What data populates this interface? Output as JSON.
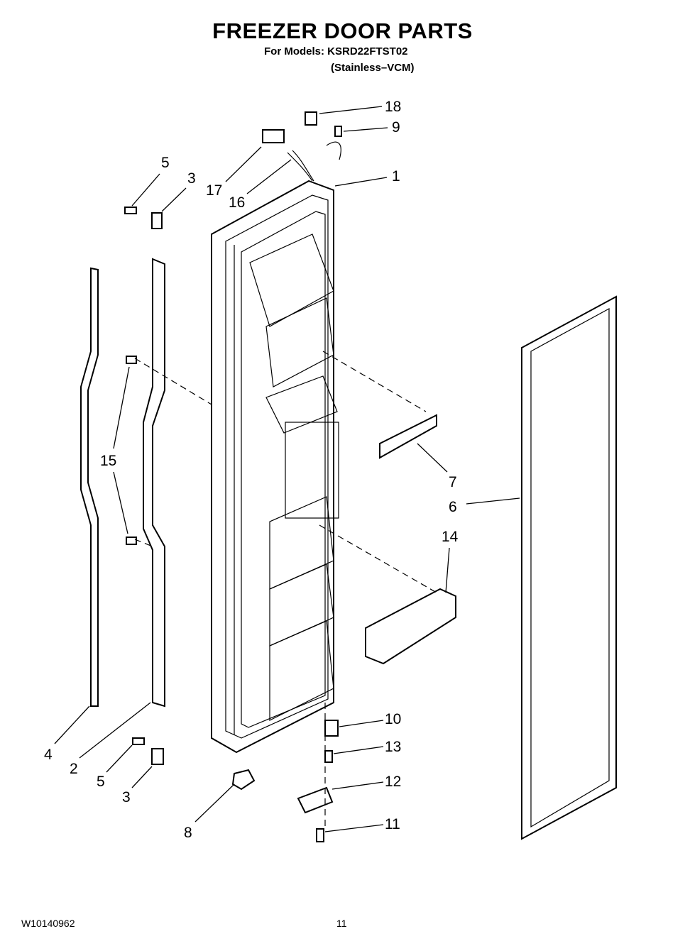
{
  "header": {
    "title": "FREEZER DOOR PARTS",
    "models_line": "For Models: KSRD22FTST02",
    "variant": "(Stainless–VCM)"
  },
  "callouts": [
    "18",
    "9",
    "1",
    "17",
    "16",
    "5",
    "3",
    "15",
    "7",
    "6",
    "14",
    "10",
    "13",
    "12",
    "11",
    "4",
    "2",
    "5",
    "3",
    "8"
  ],
  "footer": {
    "doc_number": "W10140962",
    "page_number": "11"
  }
}
